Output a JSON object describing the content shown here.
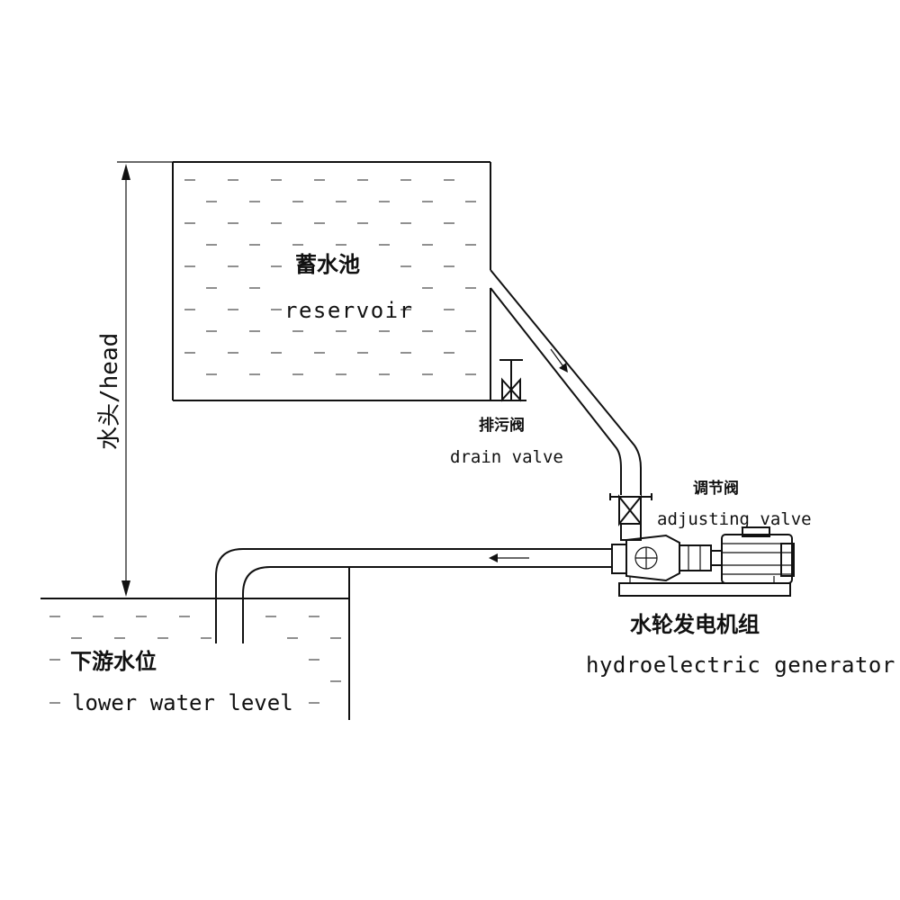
{
  "labels": {
    "reservoir_cn": "蓄水池",
    "reservoir_en": "reservoir",
    "drain_valve_cn": "排污阀",
    "drain_valve_en": "drain valve",
    "adjusting_valve_cn": "调节阀",
    "adjusting_valve_en": "adjusting valve",
    "generator_cn": "水轮发电机组",
    "generator_en": "hydroelectric generator",
    "lower_level_cn": "下游水位",
    "lower_level_en": "lower water level",
    "head_label": "水头/head"
  },
  "colors": {
    "line": "#111111",
    "background": "#ffffff"
  }
}
